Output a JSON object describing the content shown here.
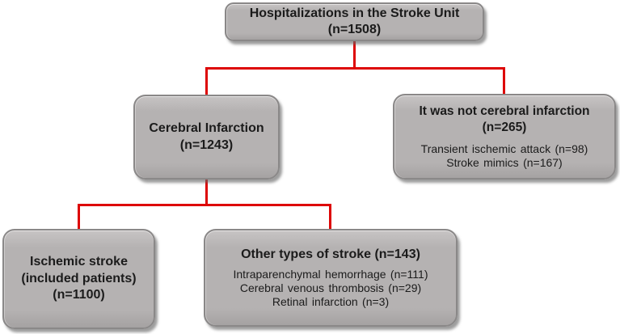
{
  "figure": {
    "type": "flowchart",
    "description": "Patient selection flow diagram for hospitalizations in the Stroke Unit"
  },
  "colors": {
    "box_fill": "#b5b2b2",
    "box_fill_light": "#c7c4c4",
    "box_border": "#8a8888",
    "connector": "#dd0505",
    "text": "#1b1b1b",
    "background": "#ffffff"
  },
  "nodes": {
    "root": {
      "line1": "Hospitalizations in the Stroke Unit",
      "line2": "(n=1508)"
    },
    "cerebral_infarction": {
      "line1": "Cerebral Infarction",
      "line2": "(n=1243)"
    },
    "not_cerebral_infarction": {
      "line1": "It was not cerebral infarction",
      "line2": "(n=265)",
      "details": [
        "Transient ischemic attack (n=98)",
        "Stroke mimics (n=167)"
      ]
    },
    "ischemic_stroke": {
      "line1": "Ischemic stroke",
      "line2": "(included patients)",
      "line3": "(n=1100)"
    },
    "other_types_of_stroke": {
      "line1": "Other types of stroke (n=143)",
      "details": [
        "Intraparenchymal hemorrhage (n=111)",
        "Cerebral venous thrombosis (n=29)",
        "Retinal infarction (n=3)"
      ]
    }
  }
}
